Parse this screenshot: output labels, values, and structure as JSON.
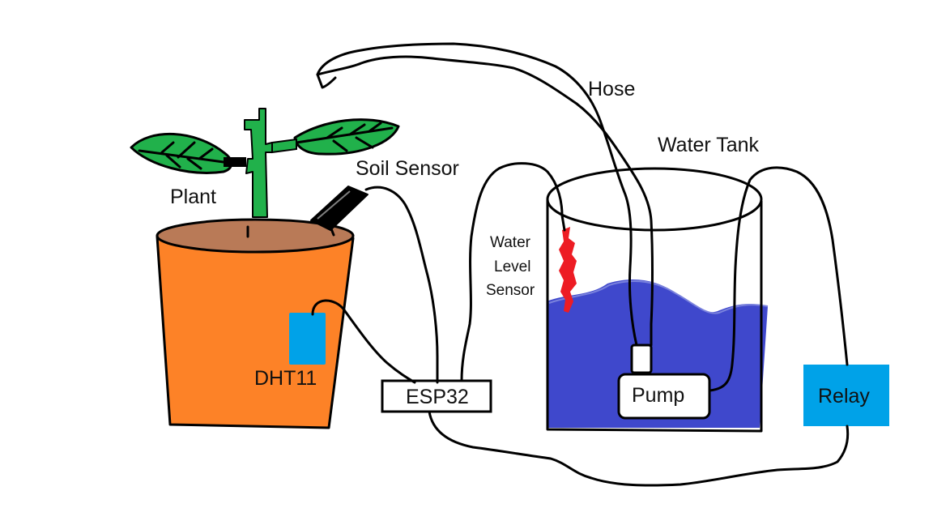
{
  "diagram": {
    "labels": {
      "plant": "Plant",
      "soil_sensor": "Soil Sensor",
      "dht11": "DHT11",
      "esp32": "ESP32",
      "hose": "Hose",
      "water_tank": "Water Tank",
      "water_level_sensor": [
        "Water",
        "Level",
        "Sensor"
      ],
      "pump": "Pump",
      "relay": "Relay"
    },
    "colors": {
      "pot": "#fd8227",
      "soil": "#b97a57",
      "stem": "#21b14b",
      "leaf": "#21b14b",
      "water": "#3f48cc",
      "dht11": "#00a2e8",
      "relay": "#00a2e8",
      "level_sensor": "#ed1c24",
      "wire": "#000000",
      "background": "#ffffff"
    }
  }
}
